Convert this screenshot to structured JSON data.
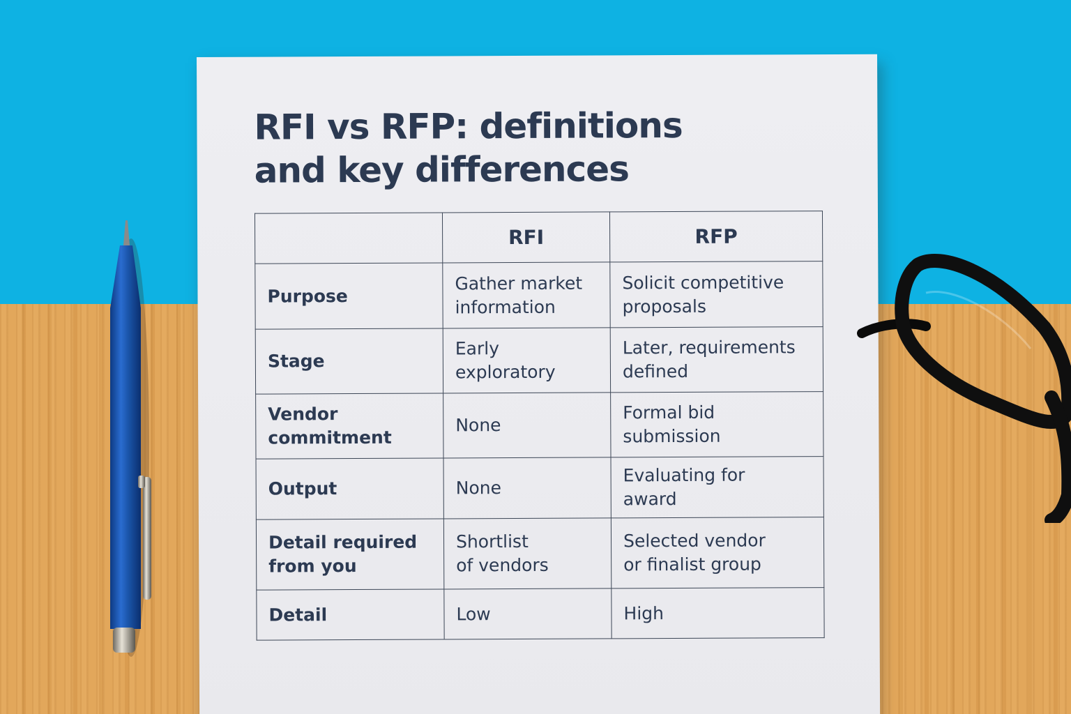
{
  "colors": {
    "wall_blue": "#0eb2e3",
    "desk_wood": "#e0a254",
    "ink": "#2c3a52",
    "pen_blue": "#1a54a8",
    "frame_black": "#101010"
  },
  "icons": {
    "pen": "ballpoint-pen-icon",
    "glasses": "eyeglasses-icon"
  },
  "document": {
    "title_line1": "RFI vs RFP: definitions",
    "title_line2": "and key differences",
    "table": {
      "headers": [
        "",
        "RFI",
        "RFP"
      ],
      "rows": [
        {
          "label": [
            "Purpose"
          ],
          "rfi": [
            "Gather market",
            "information"
          ],
          "rfp": [
            "Solicit competitive",
            "proposals"
          ]
        },
        {
          "label": [
            "Stage"
          ],
          "rfi": [
            "Early",
            "exploratory"
          ],
          "rfp": [
            "Later, requirements",
            "defined"
          ]
        },
        {
          "label": [
            "Vendor",
            "commitment"
          ],
          "rfi": [
            "None"
          ],
          "rfp": [
            "Formal bid",
            "submission"
          ]
        },
        {
          "label": [
            "Output"
          ],
          "rfi": [
            "None"
          ],
          "rfp": [
            "Evaluating for",
            "award"
          ]
        },
        {
          "label": [
            "Detail required",
            "from you"
          ],
          "rfi": [
            "Shortlist",
            "of vendors"
          ],
          "rfp": [
            "Selected vendor",
            "or finalist group"
          ]
        },
        {
          "label": [
            "Detail"
          ],
          "rfi": [
            "Low"
          ],
          "rfp": [
            "High"
          ]
        }
      ]
    }
  }
}
